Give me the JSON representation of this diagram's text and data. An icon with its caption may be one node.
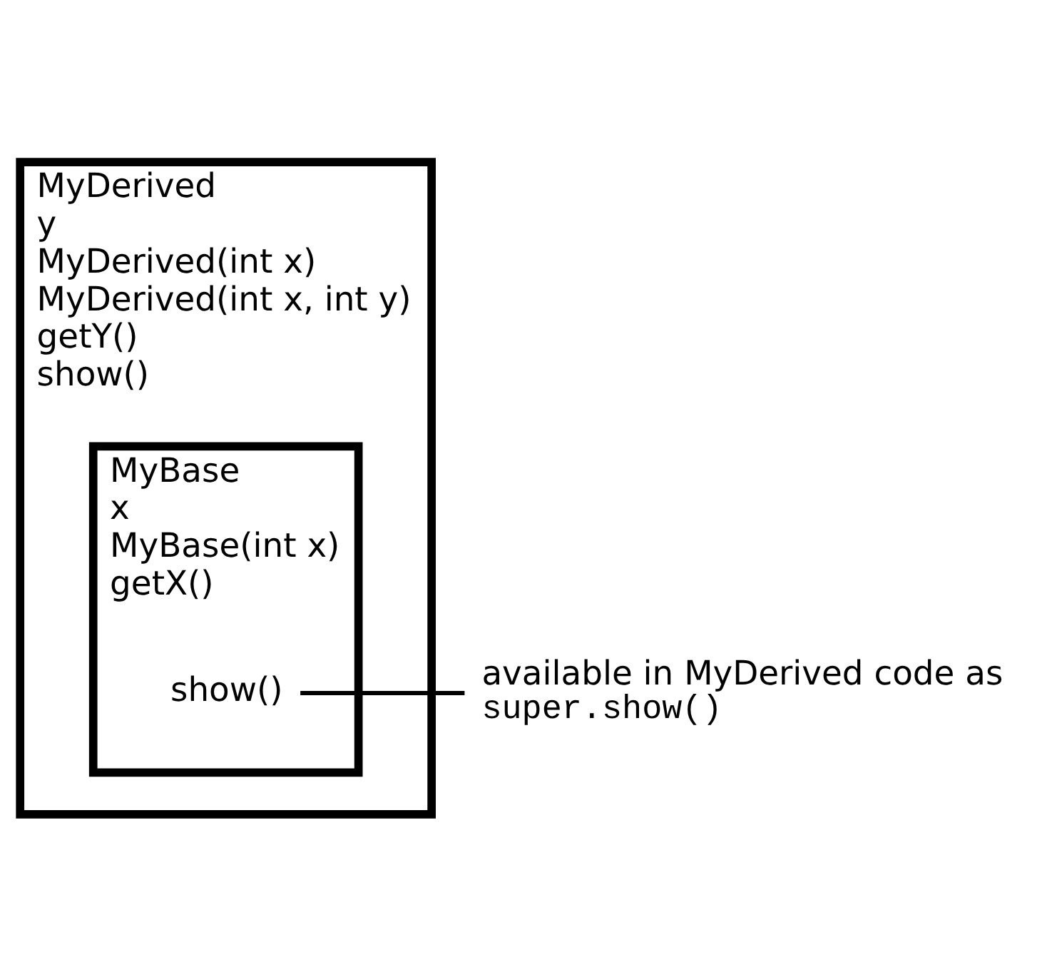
{
  "diagram": {
    "nodes": [
      {
        "text": [
          "MyDerived",
          "y",
          "MyDerived(int x)",
          "MyDerived(int x, int y)",
          "getY()",
          "show()"
        ]
      },
      {
        "text": [
          "MyBase",
          "x",
          "MyBase(int x)",
          "getX()"
        ],
        "in": 0
      },
      {
        "text": [
          "show()"
        ],
        "in": 1
      },
      {
        "text": [
          "available in MyDerived code as",
          "super.show()"
        ]
      }
    ],
    "edges": [
      {
        "from": 3,
        "to": 2,
        "arrow": "none"
      }
    ]
  }
}
